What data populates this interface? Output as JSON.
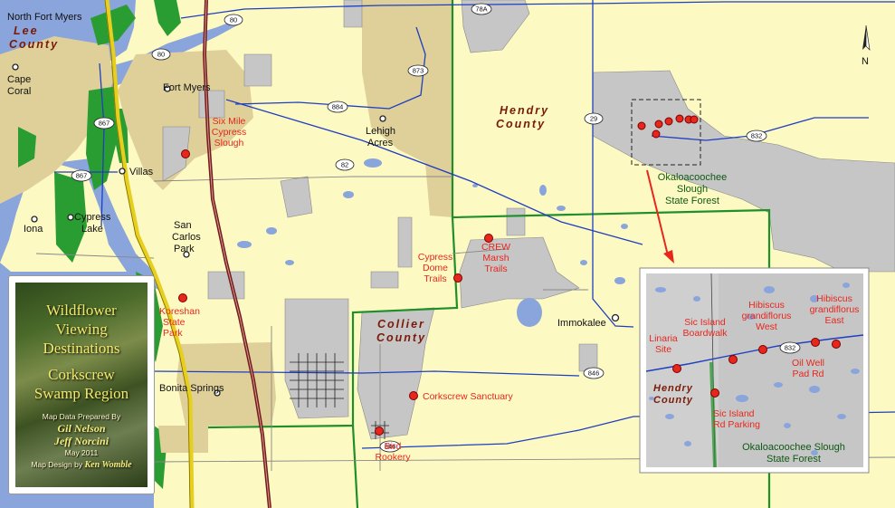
{
  "map": {
    "counties": {
      "lee": "Lee\nCounty",
      "hendry": "Hendry\nCounty",
      "collier": "Collier\nCounty"
    },
    "towns": [
      {
        "name": "North Fort Myers"
      },
      {
        "name": "Cape\nCoral"
      },
      {
        "name": "Fort Myers"
      },
      {
        "name": "Lehigh\nAcres"
      },
      {
        "name": "Villas"
      },
      {
        "name": "Cypress\nLake"
      },
      {
        "name": "Iona"
      },
      {
        "name": "San\nCarlos\nPark"
      },
      {
        "name": "Bonita Springs"
      },
      {
        "name": "Immokalee"
      }
    ],
    "sites": [
      {
        "name": "Six Mile\nCypress\nSlough"
      },
      {
        "name": "Koreshan\nState\nPark"
      },
      {
        "name": "Cypress\nDome\nTrails"
      },
      {
        "name": "CREW\nMarsh\nTrails"
      },
      {
        "name": "Corkscrew Sanctuary"
      },
      {
        "name": "Bird\nRookery"
      }
    ],
    "forest_label": "Okaloacoochee\nSlough\nState Forest",
    "roads": [
      "80",
      "80",
      "78A",
      "873",
      "884",
      "867",
      "867",
      "82",
      "29",
      "832",
      "846",
      "846"
    ],
    "north_label": "N",
    "colors": {
      "land": "#fdf9c3",
      "water": "#8aa4dc",
      "gray": "#c6c6c6",
      "tan": "#dfd09a",
      "green": "#1f8f2a",
      "red": "#e8271c"
    }
  },
  "inset": {
    "county": "Hendry\nCounty",
    "forest": "Okaloacoochee Slough\nState Forest",
    "road": "832",
    "sites": [
      {
        "name": "Linaria\nSite"
      },
      {
        "name": "Sic Island\nBoardwalk"
      },
      {
        "name": "Hibiscus\ngrandiflorus\nWest"
      },
      {
        "name": "Hibiscus\ngrandiflorus\nEast"
      },
      {
        "name": "Oil Well\nPad Rd"
      },
      {
        "name": "Sic Island\nRd Parking"
      }
    ]
  },
  "panel": {
    "line1": "Wildflower",
    "line2": "Viewing",
    "line3": "Destinations",
    "line4": "Corkscrew",
    "line5": "Swamp Region",
    "prepared": "Map Data Prepared By",
    "author1": "Gil Nelson",
    "author2": "Jeff Norcini",
    "date": "May 2011",
    "design_prefix": "Map Design by",
    "designer": "Ken Womble"
  }
}
